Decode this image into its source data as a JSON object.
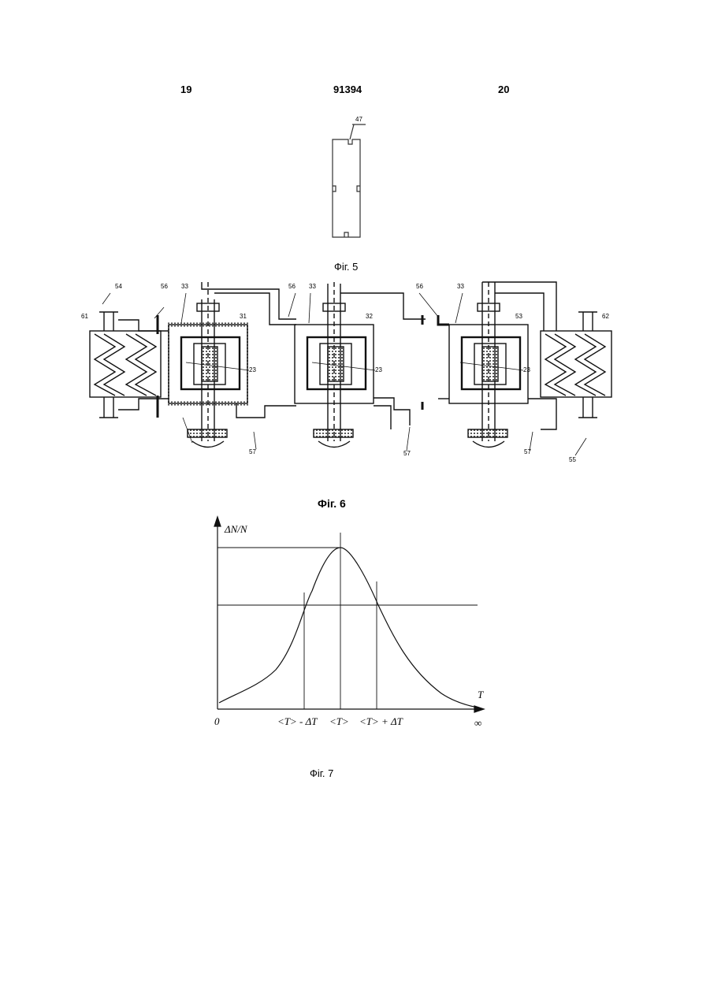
{
  "header": {
    "page_left": "19",
    "patent_number": "91394",
    "page_right": "20"
  },
  "fig5": {
    "caption": "Фіг. 5",
    "labels": {
      "part": "47"
    }
  },
  "fig6": {
    "caption": "Фіг. 6",
    "labels": {
      "n54": "54",
      "n56a": "56",
      "n33a": "33",
      "n61": "61",
      "n31": "31",
      "n23a": "23",
      "n56b": "56",
      "n33b": "33",
      "n32": "32",
      "n23b": "23",
      "n56c": "56",
      "n33c": "33",
      "n53": "53",
      "n23c": "23",
      "n62": "62",
      "n57a": "57",
      "n57b": "57",
      "n57c": "57",
      "n55": "55"
    }
  },
  "fig7": {
    "caption": "Фіг. 7",
    "y_label": "ΔN/N",
    "x_label": "T",
    "origin": "0",
    "infinity": "∞",
    "tick_left": "<T> - ΔT",
    "tick_mid": "<T>",
    "tick_right": "<T> + ΔT"
  }
}
